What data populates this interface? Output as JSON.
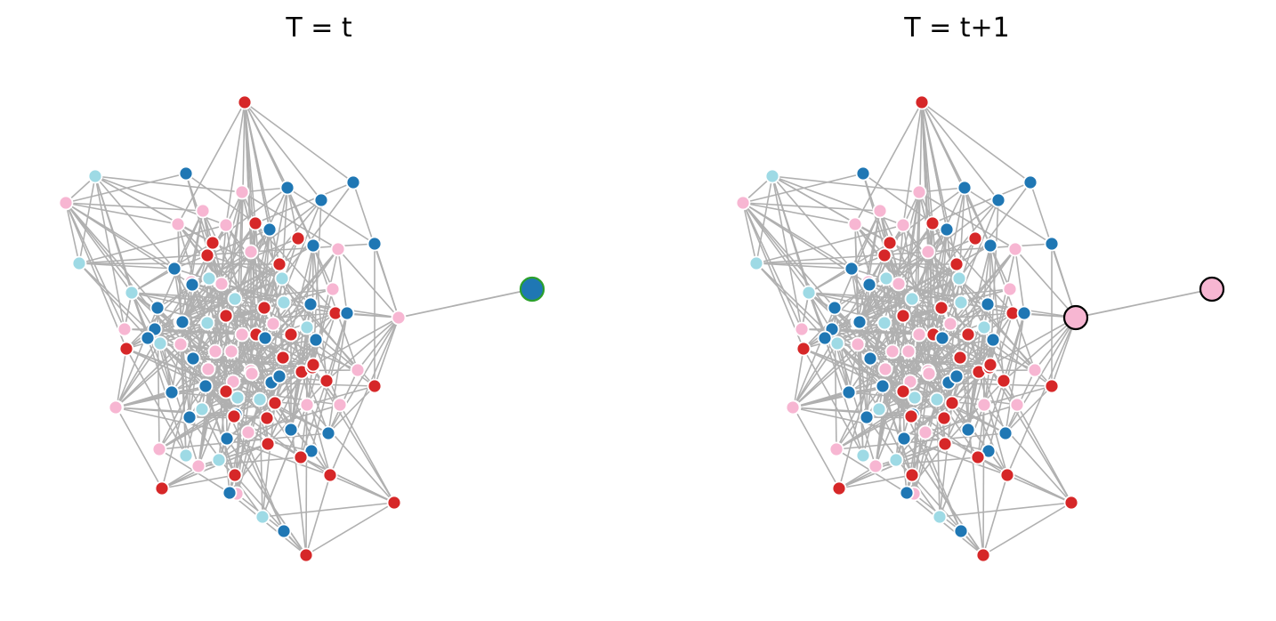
{
  "colors": {
    "edge": "#b0b0b0",
    "node_outline": "#ffffff",
    "palette": {
      "blue": "#1f77b4",
      "red": "#d62728",
      "pink": "#f7b6d2",
      "cyan": "#9edae5"
    },
    "new_node_outline_t": "#2ca02c",
    "highlight_outline_t1": "#000000"
  },
  "panels": [
    {
      "id": "t",
      "title": "T = t"
    },
    {
      "id": "t1",
      "title": "T = t+1"
    }
  ],
  "graph": {
    "node_colors": [
      "red",
      "cyan",
      "pink",
      "blue",
      "pink",
      "blue",
      "pink",
      "blue",
      "blue",
      "cyan",
      "pink",
      "pink",
      "red",
      "red",
      "red",
      "blue",
      "red",
      "blue",
      "pink",
      "blue",
      "blue",
      "pink",
      "pink",
      "cyan",
      "cyan",
      "red",
      "cyan",
      "pink",
      "blue",
      "red",
      "red",
      "blue",
      "pink",
      "pink",
      "cyan",
      "red",
      "cyan",
      "pink",
      "red",
      "cyan",
      "blue",
      "blue",
      "blue",
      "cyan",
      "pink",
      "red",
      "pink",
      "red",
      "pink",
      "blue",
      "pink",
      "red",
      "pink",
      "red",
      "red",
      "blue",
      "blue",
      "pink",
      "pink",
      "pink",
      "cyan",
      "blue",
      "blue",
      "pink",
      "blue",
      "cyan",
      "red",
      "cyan",
      "blue",
      "red",
      "blue",
      "cyan",
      "red",
      "red",
      "pink",
      "blue",
      "blue",
      "pink",
      "red",
      "blue",
      "pink",
      "red",
      "cyan",
      "cyan",
      "pink",
      "red",
      "red",
      "blue",
      "pink",
      "cyan",
      "blue",
      "blue",
      "red",
      "pink",
      "red",
      "blue",
      "red",
      "red",
      "blue",
      "pink",
      "blue",
      "blue",
      "red",
      "pink",
      "red"
    ],
    "t_new_node_color": "blue",
    "t1_new_node_color": "pink",
    "t1_highlighted_node_color": "pink"
  }
}
